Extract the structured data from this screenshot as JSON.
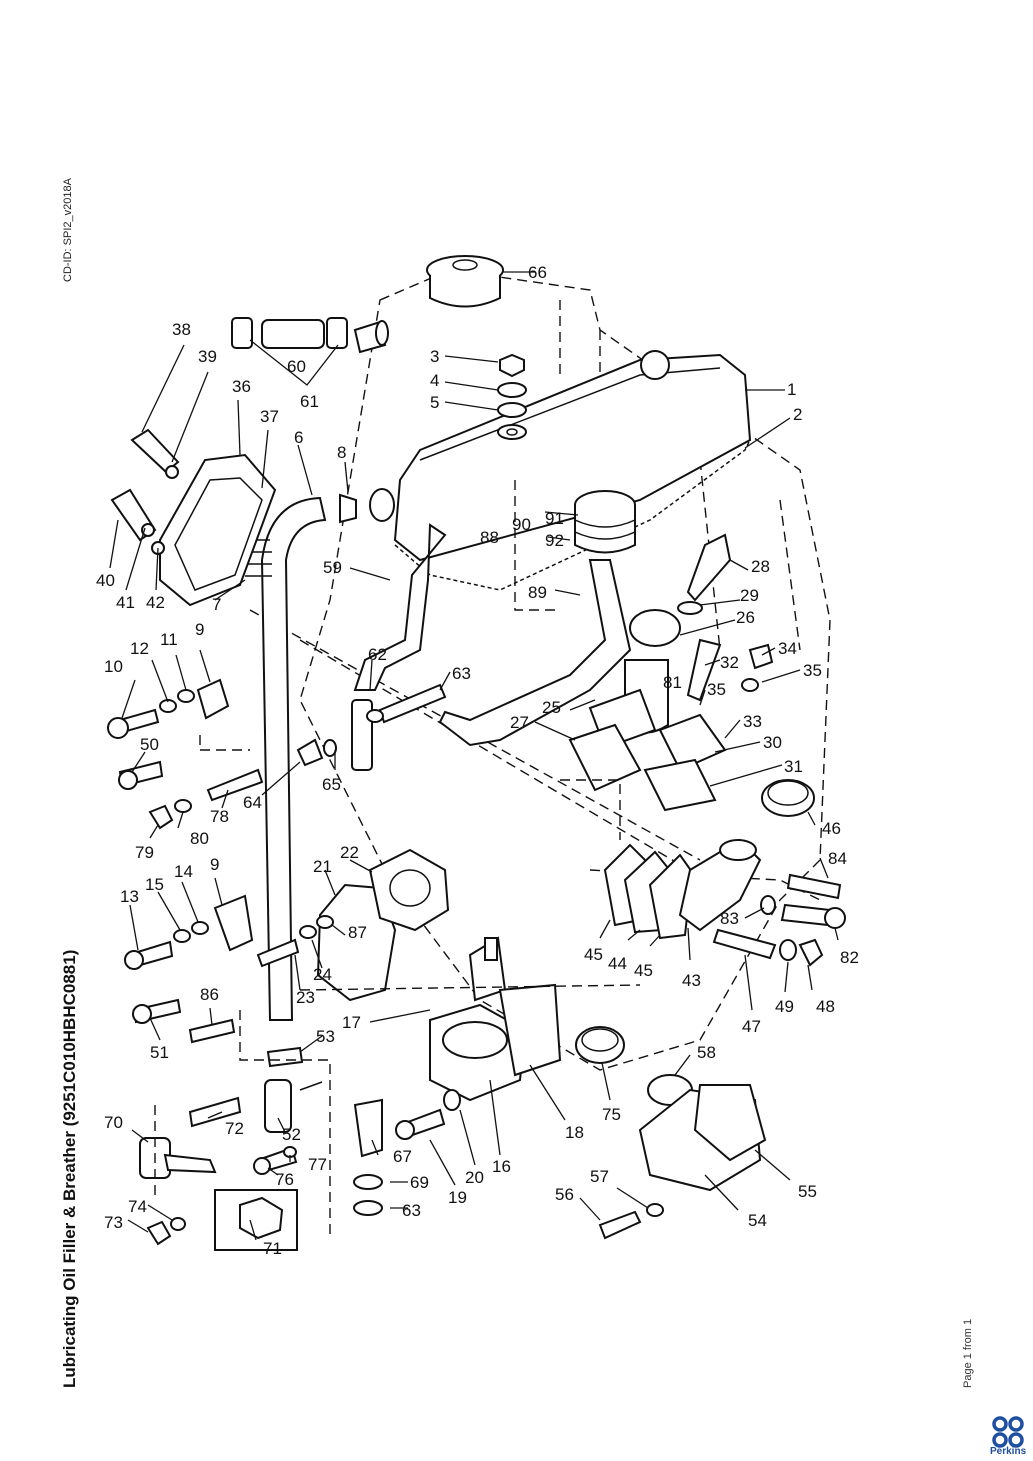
{
  "document": {
    "cd_id": "CD-ID: SPI2_v2018A",
    "title": "Lubricating Oil Filler & Breather (9251C010HBHC0881)",
    "page_label": "Page 1 from 1",
    "brand": "Perkins",
    "brand_color": "#1f4fa0"
  },
  "callouts": [
    "1",
    "2",
    "3",
    "4",
    "5",
    "6",
    "7",
    "8",
    "9",
    "10",
    "11",
    "12",
    "13",
    "14",
    "15",
    "16",
    "17",
    "18",
    "19",
    "20",
    "21",
    "22",
    "23",
    "24",
    "25",
    "26",
    "27",
    "28",
    "29",
    "30",
    "31",
    "32",
    "33",
    "34",
    "35",
    "36",
    "37",
    "38",
    "39",
    "40",
    "41",
    "42",
    "43",
    "44",
    "45",
    "46",
    "47",
    "48",
    "49",
    "50",
    "51",
    "52",
    "53",
    "54",
    "55",
    "56",
    "57",
    "58",
    "59",
    "60",
    "61",
    "62",
    "63",
    "64",
    "65",
    "66",
    "67",
    "69",
    "70",
    "71",
    "72",
    "73",
    "74",
    "75",
    "76",
    "77",
    "78",
    "79",
    "80",
    "81",
    "82",
    "83",
    "84",
    "86",
    "87",
    "88",
    "89",
    "90",
    "91",
    "92"
  ]
}
